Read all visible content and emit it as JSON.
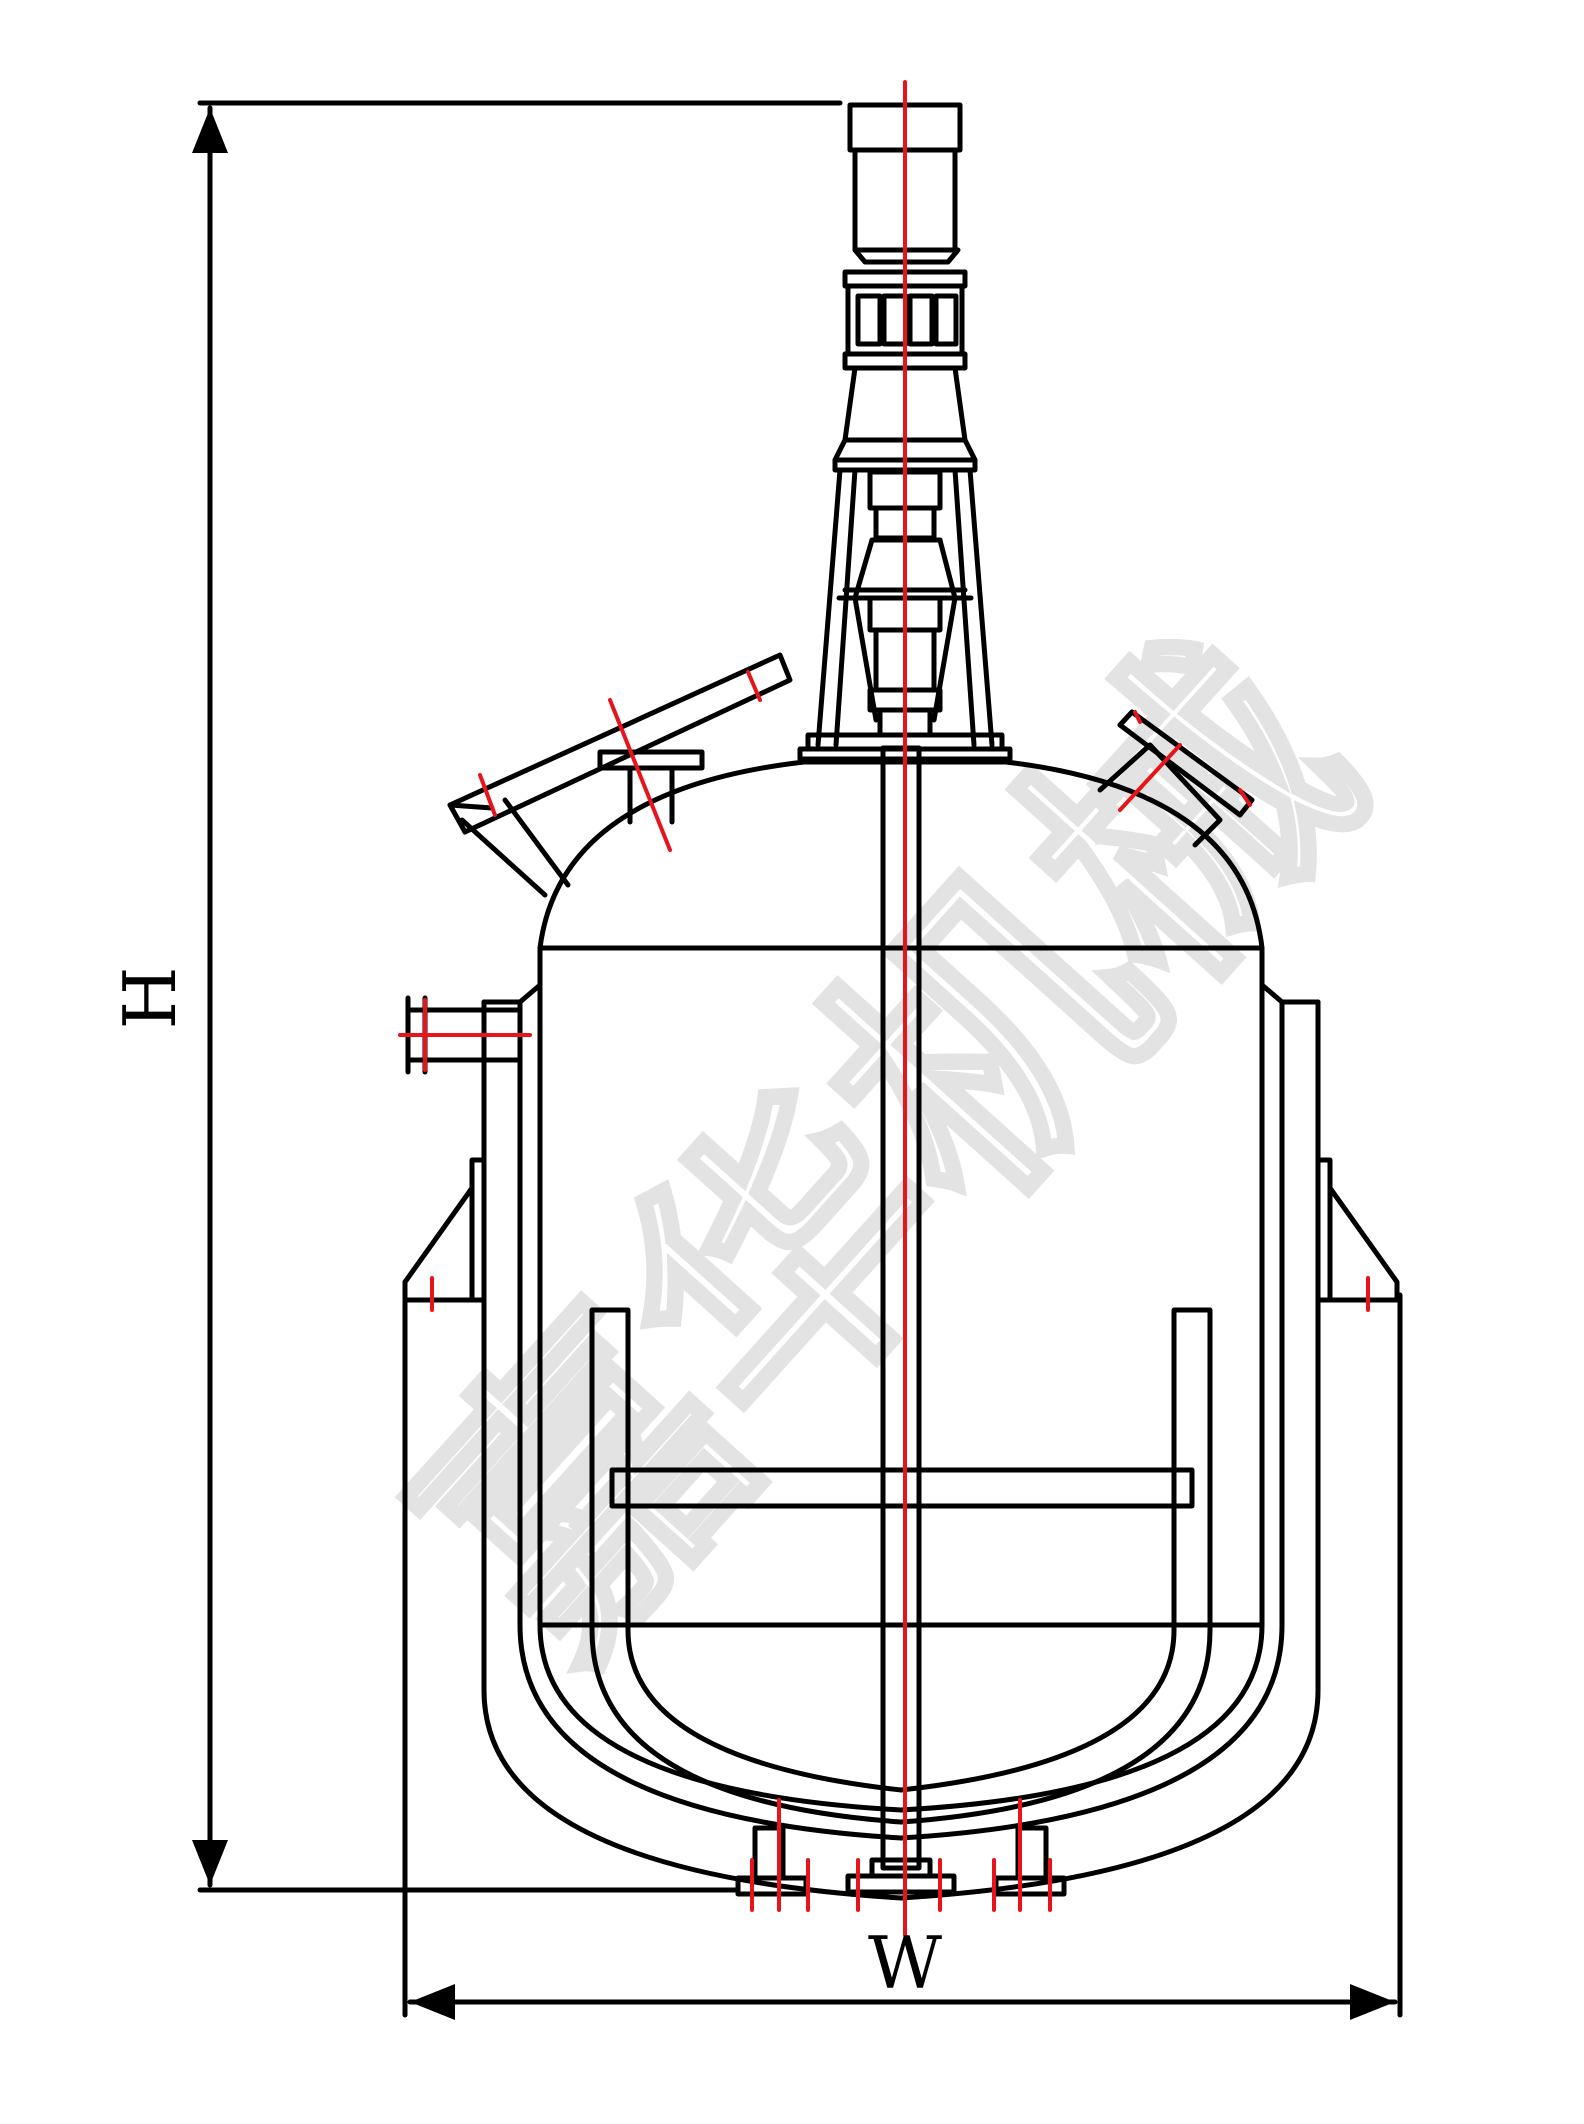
{
  "diagram": {
    "dimensions": {
      "height_label": "H",
      "width_label": "W"
    },
    "watermark": "嘉华机械",
    "colors": {
      "outline": "#000000",
      "centerline": "#e8141c",
      "watermark": "#d8d8d8"
    }
  }
}
